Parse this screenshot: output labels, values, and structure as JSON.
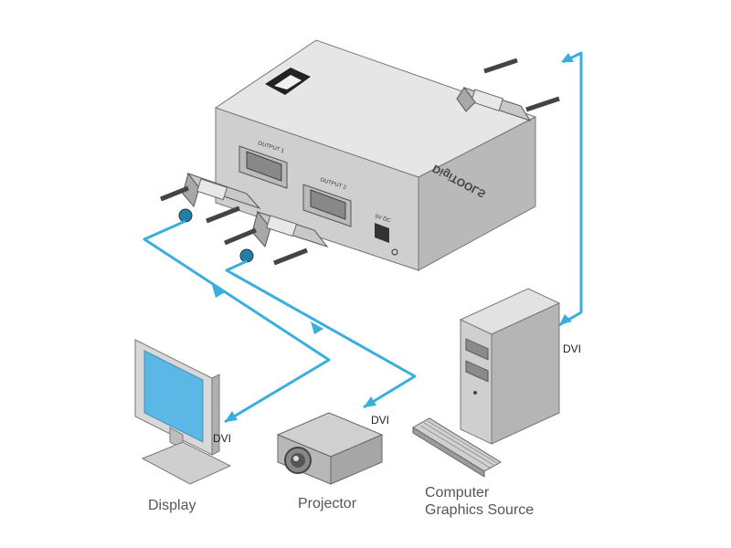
{
  "device": {
    "brand_text": "DigiTOOLS",
    "output1_label": "OUTPUT 1",
    "output2_label": "OUTPUT 2",
    "power_label": "5V DC"
  },
  "connections": {
    "display_cable_label": "DVI",
    "projector_cable_label": "DVI",
    "source_cable_label": "DVI"
  },
  "captions": {
    "display": "Display",
    "projector": "Projector",
    "source_line1": "Computer",
    "source_line2": "Graphics Source"
  },
  "colors": {
    "cable": "#3aaedc",
    "device_body": "#d6d6d6",
    "device_dark": "#9a9a9a"
  }
}
